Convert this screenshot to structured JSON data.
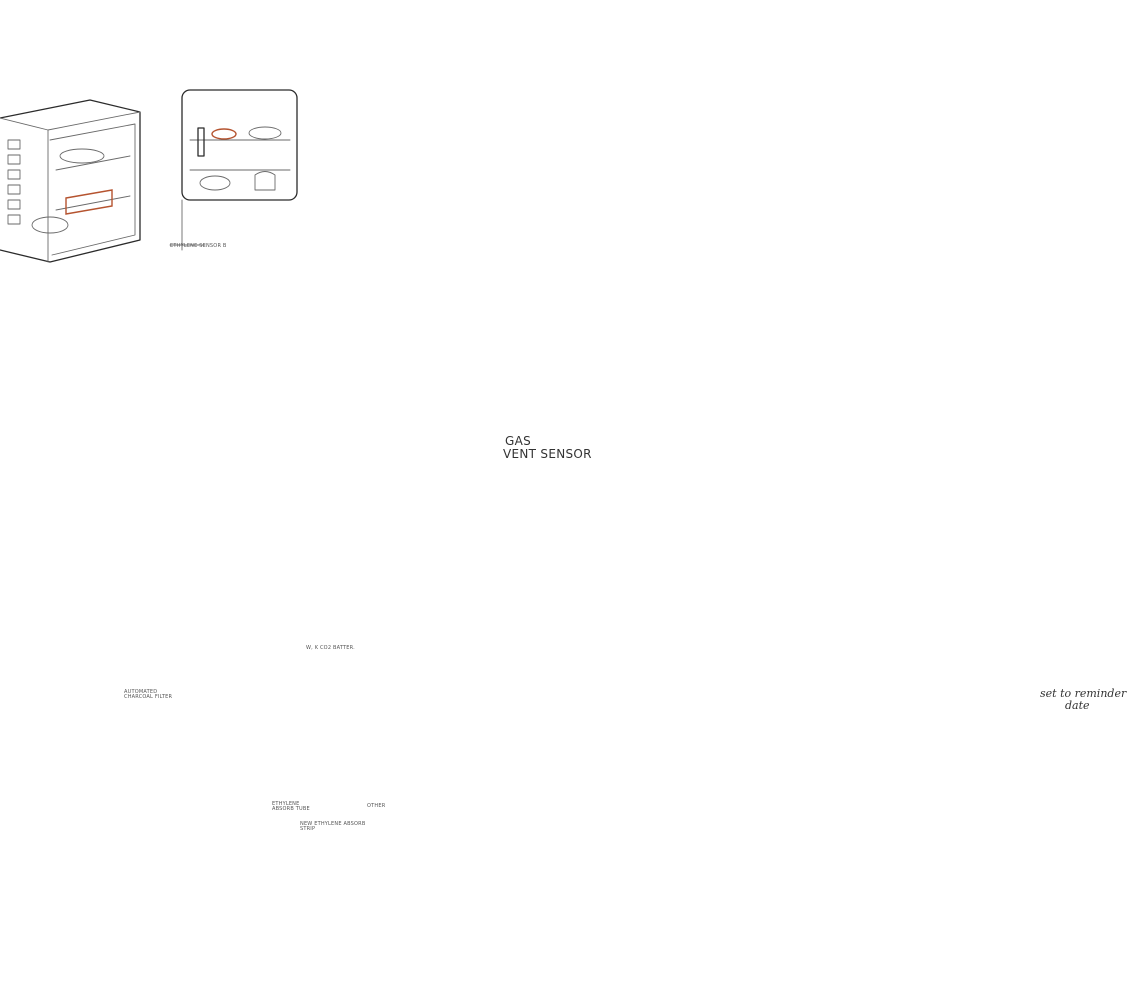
{
  "labels": {
    "gas_vent_sensor_line1": "GAS",
    "gas_vent_sensor_line2": "VENT SENSOR",
    "reminder_line1": "set to reminder",
    "reminder_line2": "date",
    "battery_note": "W, K CO2 BATTER.",
    "filter_note": "AUTOMATED CHARCOAL FILTER",
    "sensor_note": "ETHYLENE SENSOR B",
    "strip_note_left": "ETHYLENE ABSORB TUBE",
    "strip_note_right": "OTHER",
    "wide_note": "NEW ETHYLENE ABSORB STRIP"
  },
  "colors": {
    "ink": "#2b2b2b",
    "accent_red": "#b5532f",
    "accent_blue": "#3f5f8f",
    "uv_glow": "#b07cf0",
    "warm_glow": "#f3e7a6",
    "cool_glow": "#b9c9ea"
  },
  "icons": {
    "face_display": "worried-face-icon"
  }
}
